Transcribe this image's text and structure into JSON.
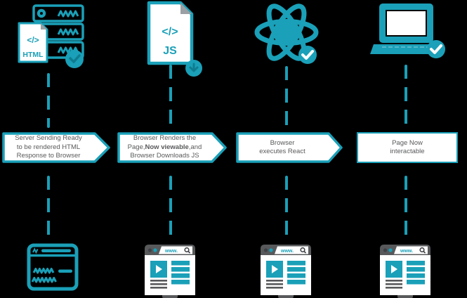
{
  "diagram_title": "HTML to interactive React page rendering flow",
  "colors": {
    "accent": "#1AA0B8",
    "accent_dark": "#0F7C90",
    "chrome_gray": "#58595B",
    "dark_dot": "#404145",
    "background": "#000000",
    "banner_fill": "#FFFFFF",
    "banner_text": "#58595B"
  },
  "icons": {
    "server_html": {
      "name": "server-with-html-file-icon",
      "code_glyph": "</>",
      "file_label": "HTML",
      "badge": "check-badge"
    },
    "js_file": {
      "name": "js-file-icon",
      "code_glyph": "</>",
      "file_label": "JS",
      "badge": "download-badge"
    },
    "react": {
      "name": "react-logo-icon",
      "badge": "check-badge"
    },
    "laptop": {
      "name": "laptop-icon",
      "badge": "check-badge"
    }
  },
  "banners": [
    {
      "shape": "arrow",
      "lines": [
        "Server Sending Ready",
        "to be rendered HTML",
        "Response to Browser"
      ]
    },
    {
      "shape": "arrow",
      "line1": "Browser Renders the",
      "line2_pre": "Page,",
      "line2_bold": "Now viewable",
      "line2_post": ",and",
      "line3": "Browser Downloads JS"
    },
    {
      "shape": "arrow",
      "lines": [
        "Browser",
        "executes React"
      ]
    },
    {
      "shape": "rect",
      "lines": [
        "Page Now",
        "interactable"
      ]
    }
  ],
  "browsers": {
    "url": "www.",
    "states": [
      "raw-html-code",
      "rendered-page",
      "rendered-page",
      "rendered-page"
    ]
  }
}
